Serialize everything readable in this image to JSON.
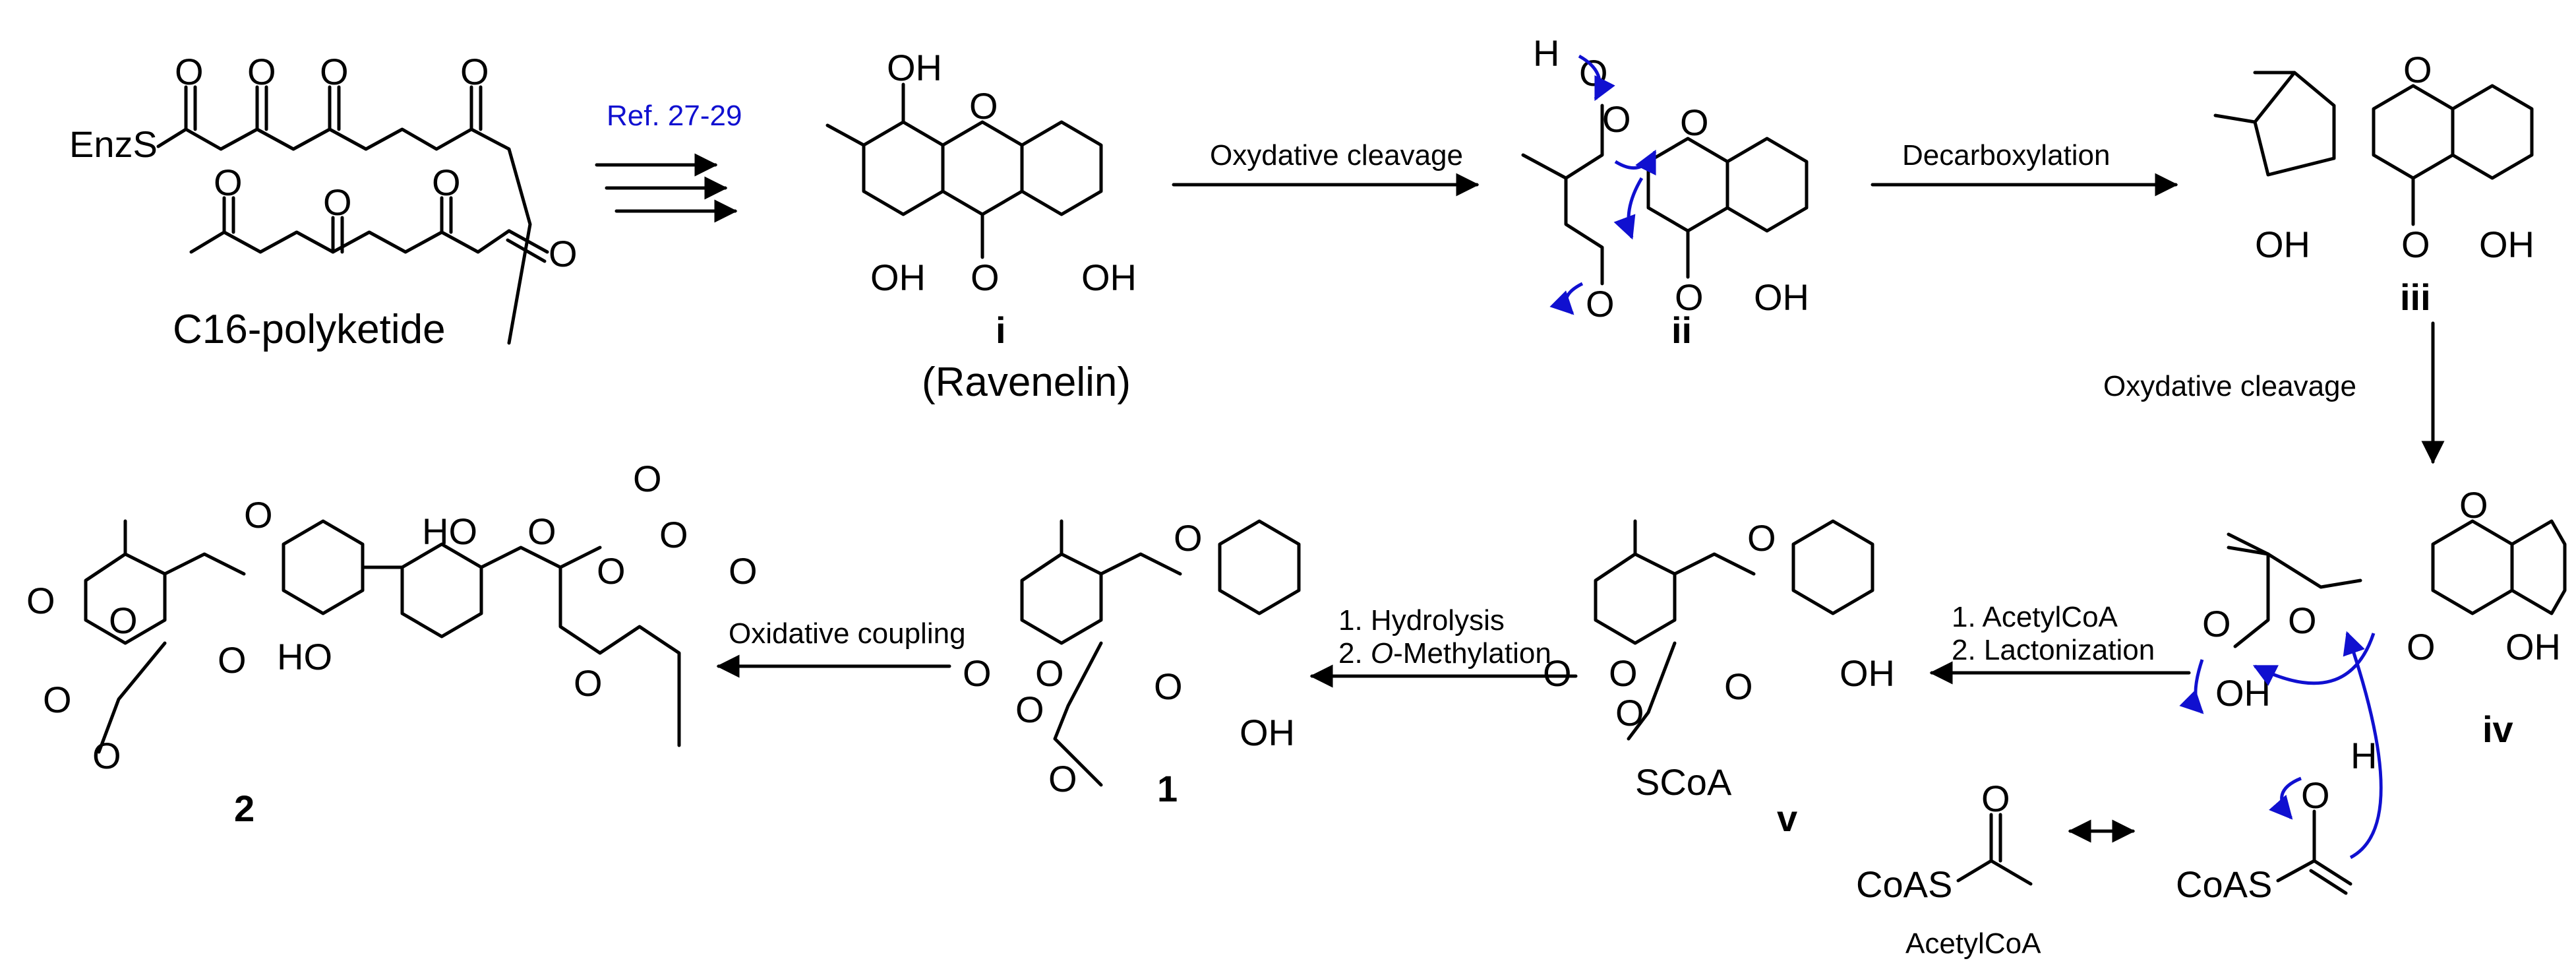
{
  "colors": {
    "ink": "#000000",
    "ref": "#1010d0",
    "mechanism_arrow": "#1010d0"
  },
  "atoms": {
    "O": "O",
    "OH": "OH",
    "HO": "HO",
    "H": "H",
    "EnzS": "EnzS",
    "SCoA": "SCoA",
    "CoAS": "CoAS"
  },
  "compounds": {
    "polyketide": {
      "name": "C16-polyketide"
    },
    "i": {
      "label": "i",
      "name": "(Ravenelin)"
    },
    "ii": {
      "label": "ii"
    },
    "iii": {
      "label": "iii"
    },
    "iv": {
      "label": "iv"
    },
    "v": {
      "label": "v"
    },
    "c1": {
      "label": "1"
    },
    "c2": {
      "label": "2"
    },
    "acetylcoa": {
      "name": "AcetylCoA"
    }
  },
  "steps": {
    "ref": "Ref. 27-29",
    "cleavage1": "Oxydative cleavage",
    "decarboxylation": "Decarboxylation",
    "cleavage2": "Oxydative cleavage",
    "acetyl1": "1. AcetylCoA",
    "acetyl2": "2. Lactonization",
    "hydro1": "1. Hydrolysis",
    "hydro2_prefix": "2. ",
    "hydro2_italic": "O",
    "hydro2_suffix": "-Methylation",
    "coupling": "Oxidative coupling"
  }
}
